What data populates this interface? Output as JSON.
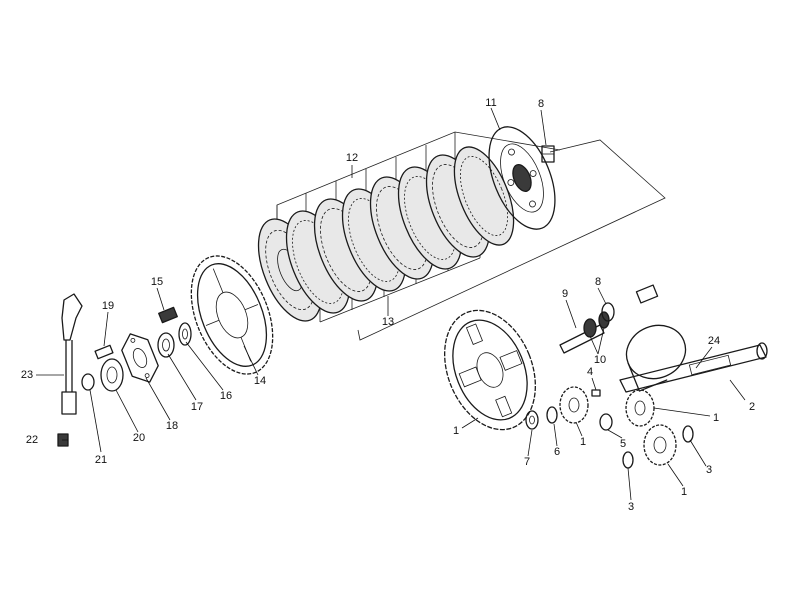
{
  "callouts": {
    "c1_housing": "1",
    "c1_gear_a": "1",
    "c1_gear_b": "1",
    "c1_gear_c": "1",
    "c2": "2",
    "c3_a": "3",
    "c3_b": "3",
    "c4": "4",
    "c5": "5",
    "c6": "6",
    "c7": "7",
    "c8_top": "8",
    "c8_mid": "8",
    "c9": "9",
    "c10": "10",
    "c11": "11",
    "c12": "12",
    "c13": "13",
    "c14": "14",
    "c15": "15",
    "c16": "16",
    "c17": "17",
    "c18": "18",
    "c19": "19",
    "c20": "20",
    "c21": "21",
    "c22": "22",
    "c23": "23",
    "c24": "24"
  }
}
